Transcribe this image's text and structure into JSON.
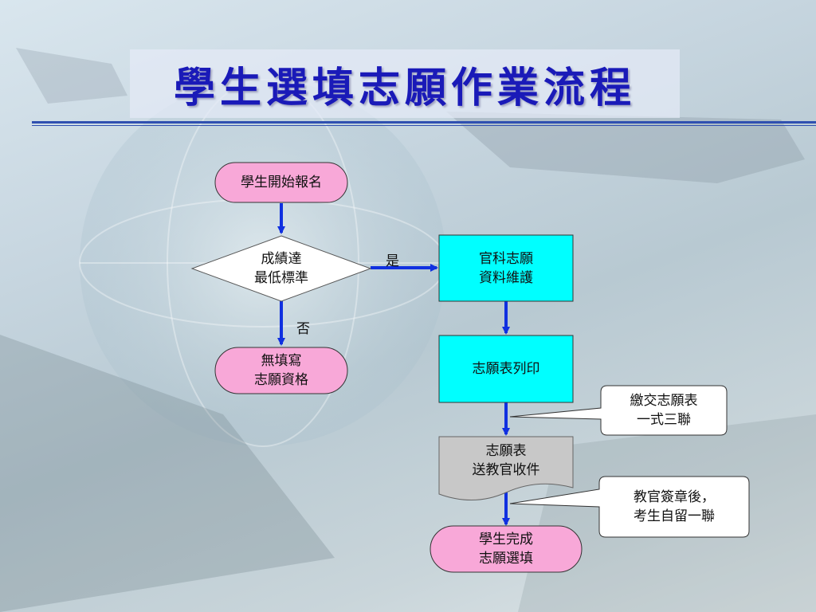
{
  "title": "學生選填志願作業流程",
  "nodes": {
    "start": "學生開始報名",
    "decision": "成績達\n最低標準",
    "no_result": "無填寫\n志願資格",
    "maintain": "官科志願\n資料維護",
    "print": "志願表列印",
    "submit": "志願表\n送教官收件",
    "end": "學生完成\n志願選填"
  },
  "edge_labels": {
    "yes": "是",
    "no": "否"
  },
  "callouts": {
    "submit_form": "繳交志願表\n一式三聯",
    "sign": "教官簽章後，\n考生自留一聯"
  },
  "colors": {
    "terminal_fill": "#f8a8d8",
    "process_fill": "#00ffff",
    "document_fill": "#c8c8c8",
    "arrow": "#1030e0",
    "title": "#1a1ab8"
  }
}
